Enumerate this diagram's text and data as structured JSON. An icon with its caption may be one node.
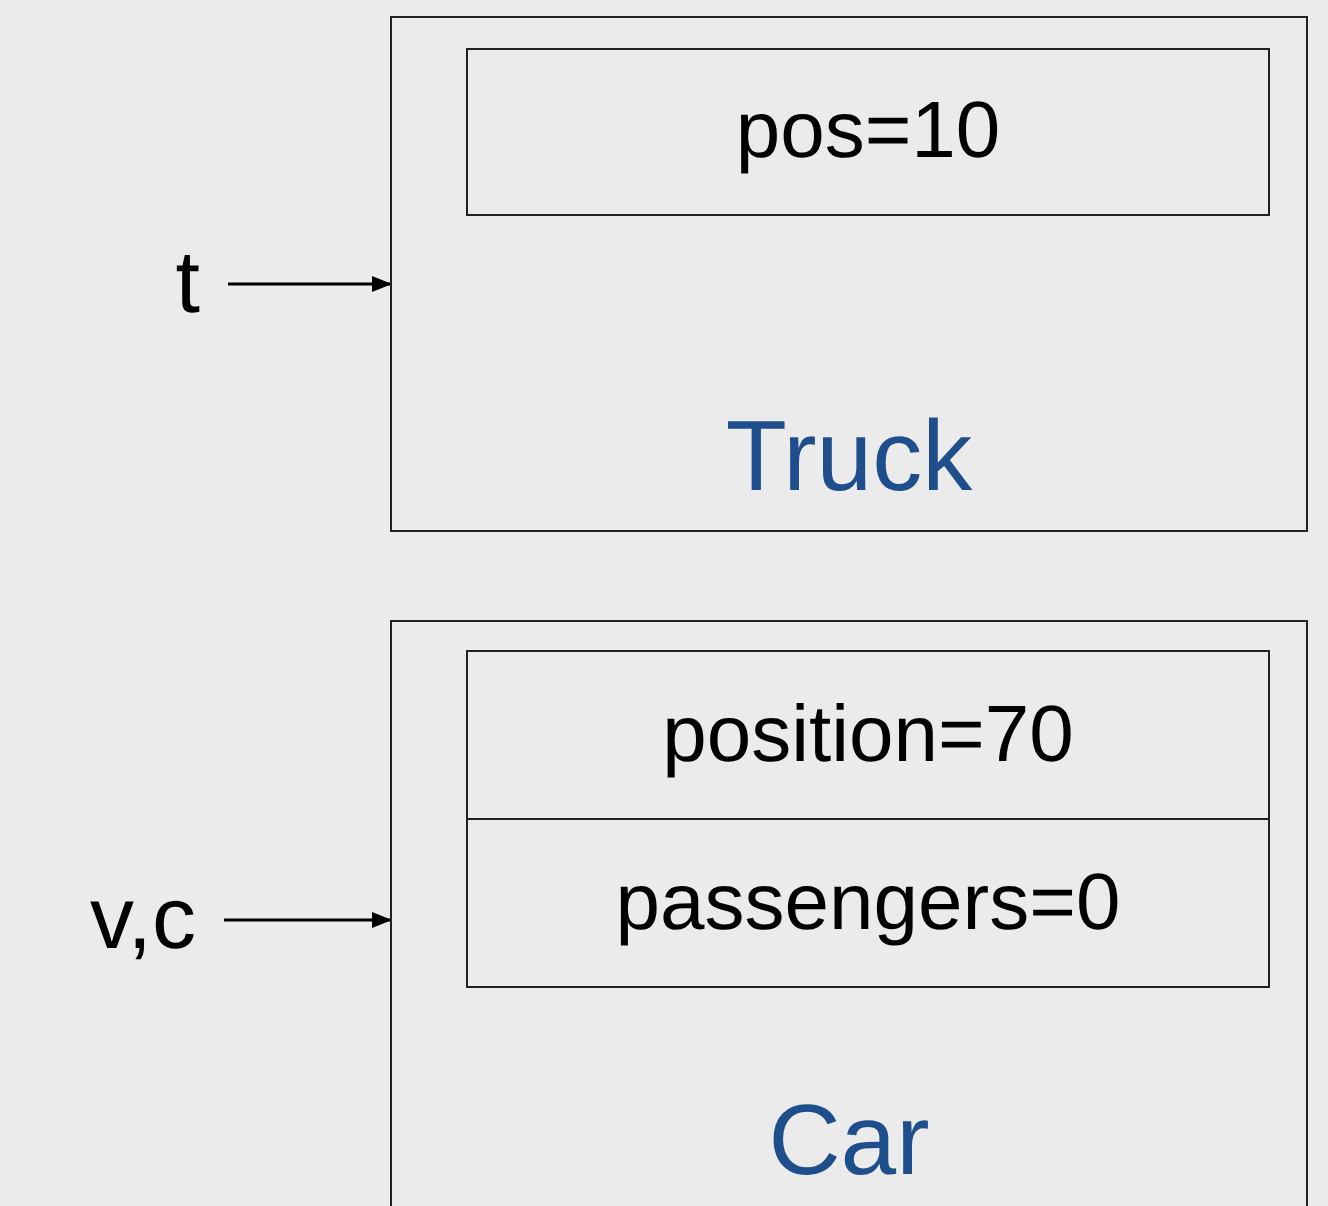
{
  "diagram": {
    "nodes": [
      {
        "text": [
          "Truck"
        ]
      },
      {
        "text": [
          "pos=10"
        ],
        "in": 0
      },
      {
        "text": [
          "t"
        ]
      },
      {
        "text": [
          "Car"
        ]
      },
      {
        "text": [
          "position=70"
        ],
        "in": 3
      },
      {
        "text": [
          "passengers=0"
        ],
        "in": 3
      },
      {
        "text": [
          "v,c"
        ]
      }
    ],
    "edges": [
      {
        "from": 2,
        "to": 0,
        "arrow": "to"
      },
      {
        "from": 6,
        "to": 3,
        "arrow": "to"
      }
    ]
  }
}
